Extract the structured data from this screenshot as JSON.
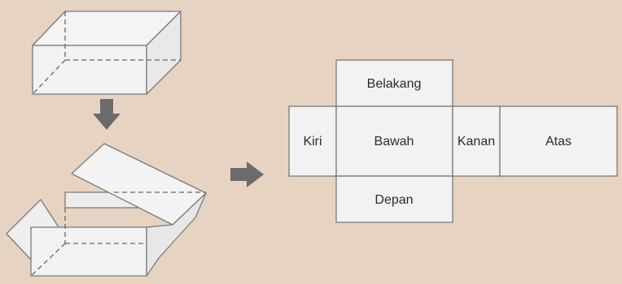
{
  "net": {
    "faces": {
      "back": "Belakang",
      "left": "Kiri",
      "bottom": "Bawah",
      "right": "Kanan",
      "top": "Atas",
      "front": "Depan"
    }
  },
  "colors": {
    "background": "#e6d3c2",
    "face_fill": "#f2f2f2",
    "edge": "#7a7a7a",
    "arrow": "#6b6b6b"
  }
}
